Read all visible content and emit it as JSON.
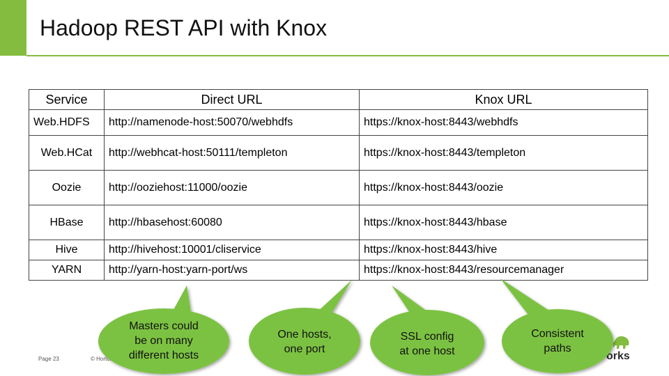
{
  "title": "Hadoop REST API with Knox",
  "table": {
    "headers": [
      "Service",
      "Direct URL",
      "Knox URL"
    ],
    "rows": [
      {
        "service": "Web.HDFS",
        "direct": "http://namenode-host:50070/webhdfs",
        "knox": "https://knox-host:8443/webhdfs"
      },
      {
        "service": "Web.HCat",
        "direct": "http://webhcat-host:50111/templeton",
        "knox": "https://knox-host:8443/templeton"
      },
      {
        "service": "Oozie",
        "direct": "http://ooziehost:11000/oozie",
        "knox": "https://knox-host:8443/oozie"
      },
      {
        "service": "HBase",
        "direct": "http://hbasehost:60080",
        "knox": "https://knox-host:8443/hbase"
      },
      {
        "service": "Hive",
        "direct": "http://hivehost:10001/cliservice",
        "knox": "https://knox-host:8443/hive"
      },
      {
        "service": "YARN",
        "direct": "http://yarn-host:yarn-port/ws",
        "knox": "https://knox-host:8443/resourcemanager"
      }
    ]
  },
  "callouts": [
    {
      "lines": [
        "Masters could",
        "be on many",
        "different hosts"
      ]
    },
    {
      "lines": [
        "One hosts,",
        "one port"
      ]
    },
    {
      "lines": [
        "SSL config",
        "at one host"
      ]
    },
    {
      "lines": [
        "Consistent",
        "paths"
      ]
    }
  ],
  "footer": {
    "page": "Page 23",
    "copyright": "© Hortonworks Inc. 2014",
    "logo": "orks"
  },
  "colors": {
    "accent": "#84bc3f",
    "callout_fill": "#7cc242"
  }
}
